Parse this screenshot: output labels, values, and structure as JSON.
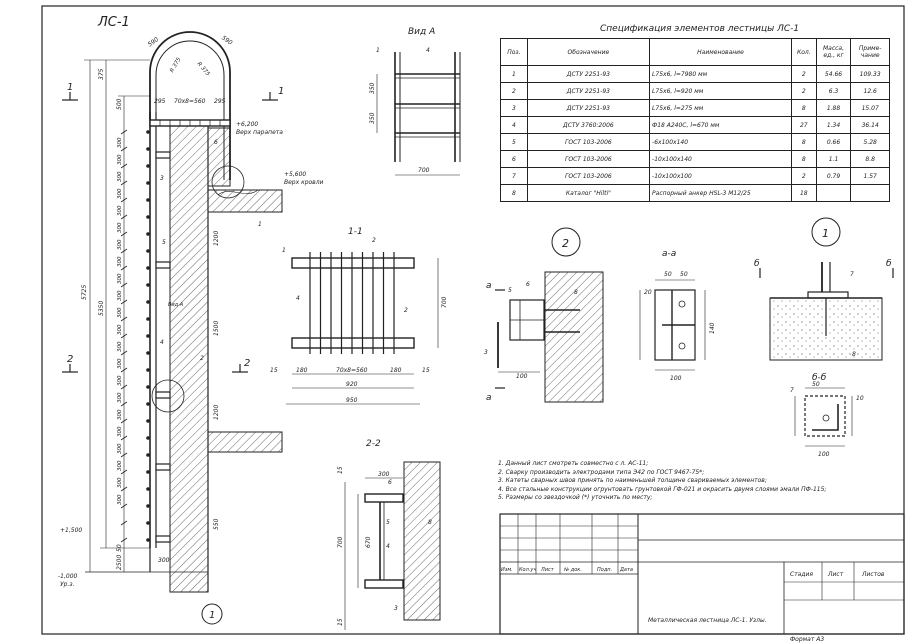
{
  "sheet": {
    "title": "ЛС-1",
    "view_label": "Вид А",
    "format": "Формат А3"
  },
  "spec": {
    "title": "Спецификация элементов лестницы ЛС-1",
    "headers": [
      "Поз.",
      "Обозначение",
      "Наименование",
      "Кол.",
      "Масса, ед., кг",
      "Приме-чание"
    ],
    "rows": [
      [
        "1",
        "ДСТУ 2251-93",
        "L75x6,        l=7980 мм",
        "2",
        "54.66",
        "109.33"
      ],
      [
        "2",
        "ДСТУ 2251-93",
        "L75x6,        l=920 мм",
        "2",
        "6.3",
        "12.6"
      ],
      [
        "3",
        "ДСТУ 2251-93",
        "L75x6,        l=275 мм",
        "8",
        "1.88",
        "15.07"
      ],
      [
        "4",
        "ДСТУ 3760:2006",
        "Ф18 А240С, l=670 мм",
        "27",
        "1.34",
        "36.14"
      ],
      [
        "5",
        "ГОСТ 103-2006",
        "-6х100х140",
        "8",
        "0.66",
        "5.28"
      ],
      [
        "6",
        "ГОСТ 103-2006",
        "-10х100х140",
        "8",
        "1.1",
        "8.8"
      ],
      [
        "7",
        "ГОСТ 103-2006",
        "-10х100х100",
        "2",
        "0.79",
        "1.57"
      ],
      [
        "8",
        "Каталог \"Hilti\"",
        "Распорный анкер HSL-3 M12/25",
        "18",
        "",
        ""
      ]
    ]
  },
  "notes": [
    "1.     Данный лист смотреть совместно с л. АС-11;",
    "2.     Сварку производить электродами типа Э42 по ГОСТ 9467-75*;",
    "3.     Катеты сварных швов принять по наименьшей толщине свариваемых элементов;",
    "4.     Все стальные конструкции огрунтовать грунтовкой ГФ-021 и окрасить двумя слоями эмали ПФ-115;",
    "5.     Размеры со звездочкой (*) уточнить по месту;"
  ],
  "stamp": {
    "cols": [
      "Изм.",
      "Кол.уч",
      "Лист",
      "№ док.",
      "Подп.",
      "Дата"
    ],
    "stage": [
      "Стадия",
      "Лист",
      "Листов"
    ],
    "name": "Металлическая лестница ЛС-1. Узлы."
  },
  "sections": {
    "s11": "1-1",
    "s22": "2-2",
    "aa": "а-а",
    "bb": "б-б"
  },
  "marks": {
    "elev_parapet": "+6,200",
    "parapet": "Верх парапета",
    "elev_roof": "+5,600",
    "roof": "Верх кровли",
    "elev_1500": "+1,500",
    "elev_ground": "-1,000",
    "ground": "Ур.з.",
    "view_a": "Вид А"
  },
  "dims": {
    "left_total": "5725",
    "left_mid": "5350",
    "seg300": "300",
    "seg500": "500",
    "seg2500": "2500",
    "seg50": "50",
    "seg375": "375",
    "top_a": "590",
    "top_b": "590",
    "r": "R 375",
    "r2": "R 375",
    "rungs": "70х8=560",
    "r295": "295",
    "r295b": "295",
    "w300": "300",
    "wall1200": "1200",
    "wall1500": "1500",
    "wall1200b": "1200",
    "wall550": "550",
    "va350": "350",
    "va350b": "350",
    "va700": "700",
    "w180": "180",
    "w180b": "180",
    "w15": "15",
    "w15b": "15",
    "w560": "70х8=560",
    "w920": "920",
    "w950": "950",
    "h700": "700",
    "s300": "300",
    "s670": "670",
    "s700": "700",
    "s15": "15",
    "s15b": "15",
    "d100": "100",
    "d50": "50",
    "d140": "140",
    "d20": "20",
    "d50b": "50",
    "b100": "100",
    "b50": "50",
    "b10": "10"
  },
  "callouts": [
    "1",
    "2",
    "3",
    "4",
    "5",
    "6",
    "7",
    "8"
  ],
  "nodes": {
    "n1": "1",
    "n2": "2"
  },
  "cuts": {
    "c1": "1",
    "c2": "2",
    "ca": "а",
    "cb": "б"
  }
}
